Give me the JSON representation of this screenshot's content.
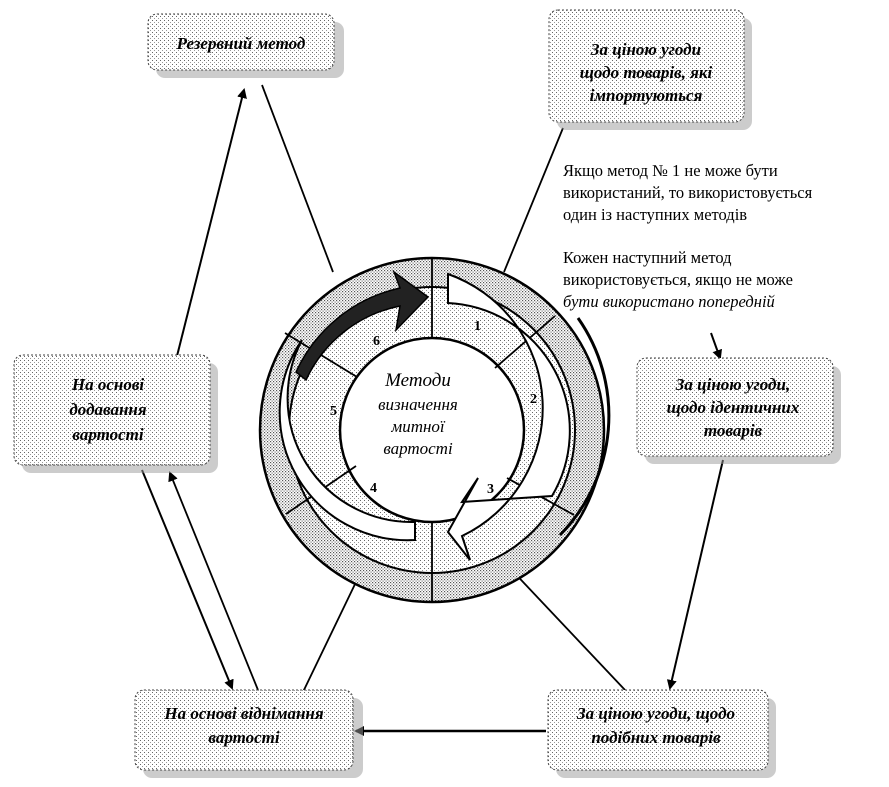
{
  "title": "Методи визначення митної вартості",
  "center_label": [
    "Методи",
    "визначення",
    "митної",
    "вартості"
  ],
  "segments": [
    "1",
    "2",
    "3",
    "4",
    "5",
    "6"
  ],
  "boxes": {
    "reserve": {
      "lines": [
        "Резервний метод"
      ]
    },
    "transaction_imported": {
      "lines": [
        "За ціною угоди",
        "щодо товарів, які",
        "імпортуються"
      ]
    },
    "identical_goods": {
      "lines": [
        "За ціною угоди,",
        "щодо ідентичних",
        "товарів"
      ]
    },
    "similar_goods": {
      "lines": [
        "За ціною угоди, щодо",
        "подібних товарів"
      ]
    },
    "deductive": {
      "lines": [
        "На основі віднімання",
        "вартості"
      ]
    },
    "computed": {
      "lines": [
        "На основі",
        "додавання",
        "вартості"
      ]
    }
  },
  "notes": {
    "note1": [
      "Якщо  метод №  1 не може бути",
      "використаний, то використовується",
      "один із наступних методів"
    ],
    "note2": [
      "Кожен наступний метод",
      "використовується, якщо не може",
      "бути використано попередній"
    ]
  },
  "colors": {
    "ink": "#000000",
    "shade": "#b8b8b8",
    "paper": "#ffffff"
  }
}
